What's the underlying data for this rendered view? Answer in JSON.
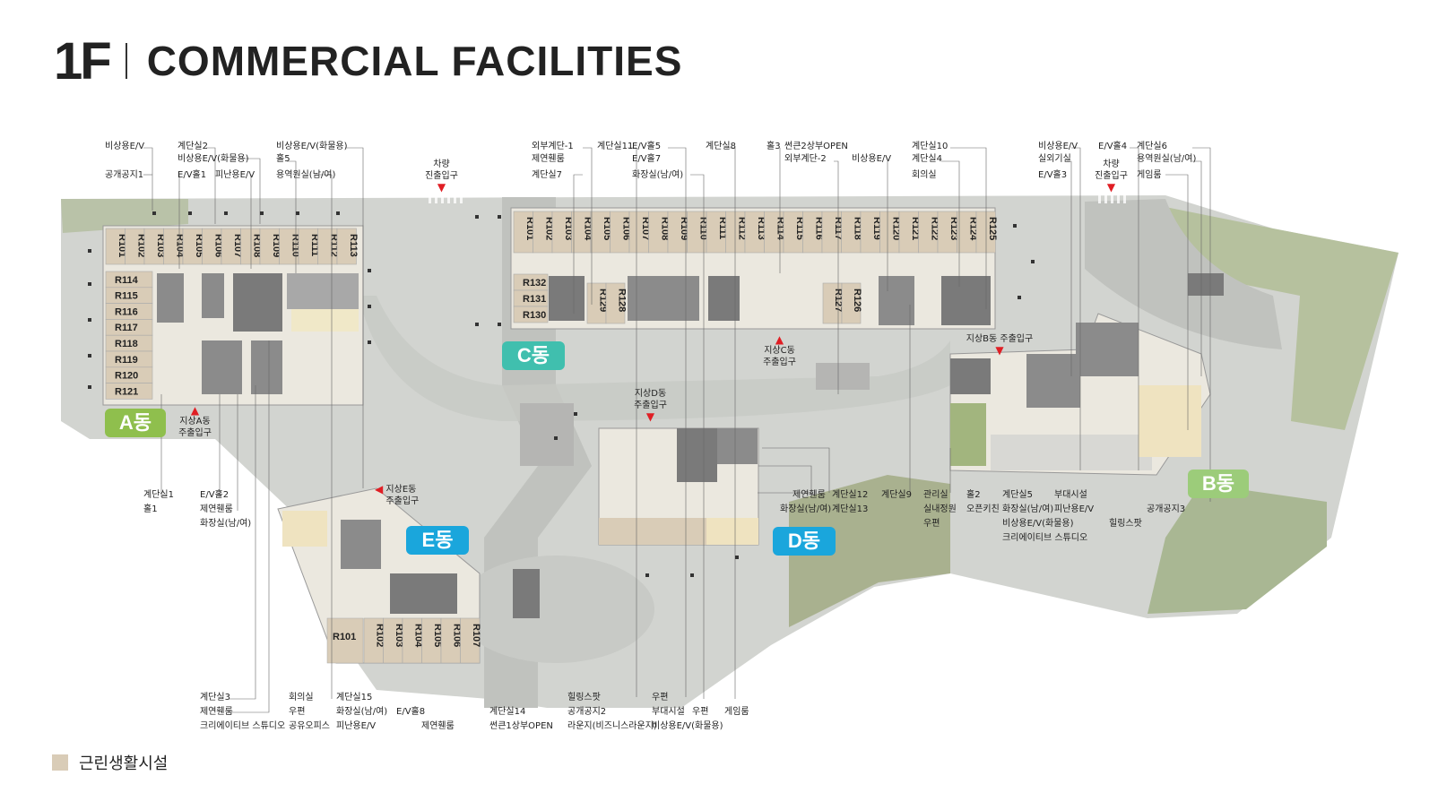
{
  "title": {
    "floor": "1F",
    "name": "COMMERCIAL FACILITIES"
  },
  "legend": {
    "label": "근린생활시설",
    "color": "#d9ccb7"
  },
  "colors": {
    "a": "#8fbf4d",
    "b": "#9ccc7a",
    "c": "#40bfae",
    "d": "#1aa6dc",
    "e": "#1aa6dc",
    "shop": "#d9ccb7",
    "entry": "#e01e24"
  },
  "buildings": {
    "a": "A동",
    "b": "B동",
    "c": "C동",
    "d": "D동",
    "e": "E동"
  },
  "entries": {
    "car1": "차량\n진출입구",
    "car2": "차량\n진출입구",
    "a": "지상A동\n주출입구",
    "b": "지상B동 주출입구",
    "c": "지상C동\n주출입구",
    "d": "지상D동\n주출입구",
    "e": "지상E동\n주출입구"
  },
  "units": {
    "a_top": [
      "R101",
      "R102",
      "R103",
      "R104",
      "R105",
      "R106",
      "R107",
      "R108",
      "R109",
      "R110",
      "R111",
      "R112",
      "R113"
    ],
    "a_side": [
      "R114",
      "R115",
      "R116",
      "R117",
      "R118",
      "R119",
      "R120",
      "R121"
    ],
    "c_top": [
      "R101",
      "R102",
      "R103",
      "R104",
      "R105",
      "R106",
      "R107",
      "R108",
      "R109",
      "R110",
      "R111",
      "R112",
      "R113",
      "R114",
      "R115",
      "R116",
      "R117",
      "R118",
      "R119",
      "R120",
      "R121",
      "R122",
      "R123",
      "R124",
      "R125"
    ],
    "c_side": [
      "R132",
      "R131",
      "R130"
    ],
    "c_mid": [
      "R129",
      "R128",
      "R127",
      "R126"
    ],
    "e_row": [
      "R101",
      "R102",
      "R103",
      "R104",
      "R105",
      "R106",
      "R107"
    ]
  },
  "labels": {
    "t1": "비상용E/V",
    "t2": "공개공지1",
    "t3": "계단실2",
    "t4": "비상용E/V(화물용)",
    "t5": "E/V홀1",
    "t6": "피난용E/V",
    "t7": "비상용E/V(화물용)",
    "t8": "홀5",
    "t9": "용역원실(남/여)",
    "t10": "외부계단-1",
    "t11": "제연휀룸",
    "t12": "계단실7",
    "t13": "계단실11",
    "t14": "E/V홀5",
    "t15": "E/V홀7",
    "t16": "화장실(남/여)",
    "t17": "계단실8",
    "t18": "홀3",
    "t19": "썬큰2상부OPEN",
    "t20": "외부계단-2",
    "t21": "비상용E/V",
    "t22": "계단실10",
    "t23": "계단실4",
    "t24": "회의실",
    "t25": "비상용E/V",
    "t26": "실외기실",
    "t27": "E/V홀3",
    "t28": "E/V홀4",
    "t29": "계단실6",
    "t30": "용역원실(남/여)",
    "t31": "게임룸",
    "m1": "계단실1",
    "m2": "홀1",
    "m3": "E/V홀2",
    "m4": "제연휀룸",
    "m5": "화장실(남/여)",
    "m6": "제연휀룸",
    "m7": "화장실(남/여)",
    "m8": "계단실12",
    "m9": "계단실13",
    "m10": "계단실9",
    "m11": "관리실",
    "m12": "실내정원",
    "m13": "우편",
    "m14": "홀2",
    "m15": "오픈키친",
    "m16": "계단실5",
    "m17": "화장실(남/여)",
    "m18": "비상용E/V(화물용)",
    "m19": "크리에이티브 스튜디오",
    "m20": "부대시설",
    "m21": "피난용E/V",
    "m22": "힐링스팟",
    "m23": "공개공지3",
    "b1": "계단실3",
    "b2": "제연휀룸",
    "b3": "크리에이티브 스튜디오",
    "b4": "회의실",
    "b5": "우편",
    "b6": "공유오피스",
    "b7": "계단실15",
    "b8": "화장실(남/여)",
    "b9": "피난용E/V",
    "b10": "E/V홀8",
    "b11": "제연휀룸",
    "b12": "계단실14",
    "b13": "썬큰1상부OPEN",
    "b14": "힐링스팟",
    "b15": "공개공지2",
    "b16": "라운지(비즈니스라운지)",
    "b17": "우편",
    "b18": "부대시설",
    "b19": "비상용E/V(화물용)",
    "b20": "우편",
    "b21": "게임룸"
  }
}
